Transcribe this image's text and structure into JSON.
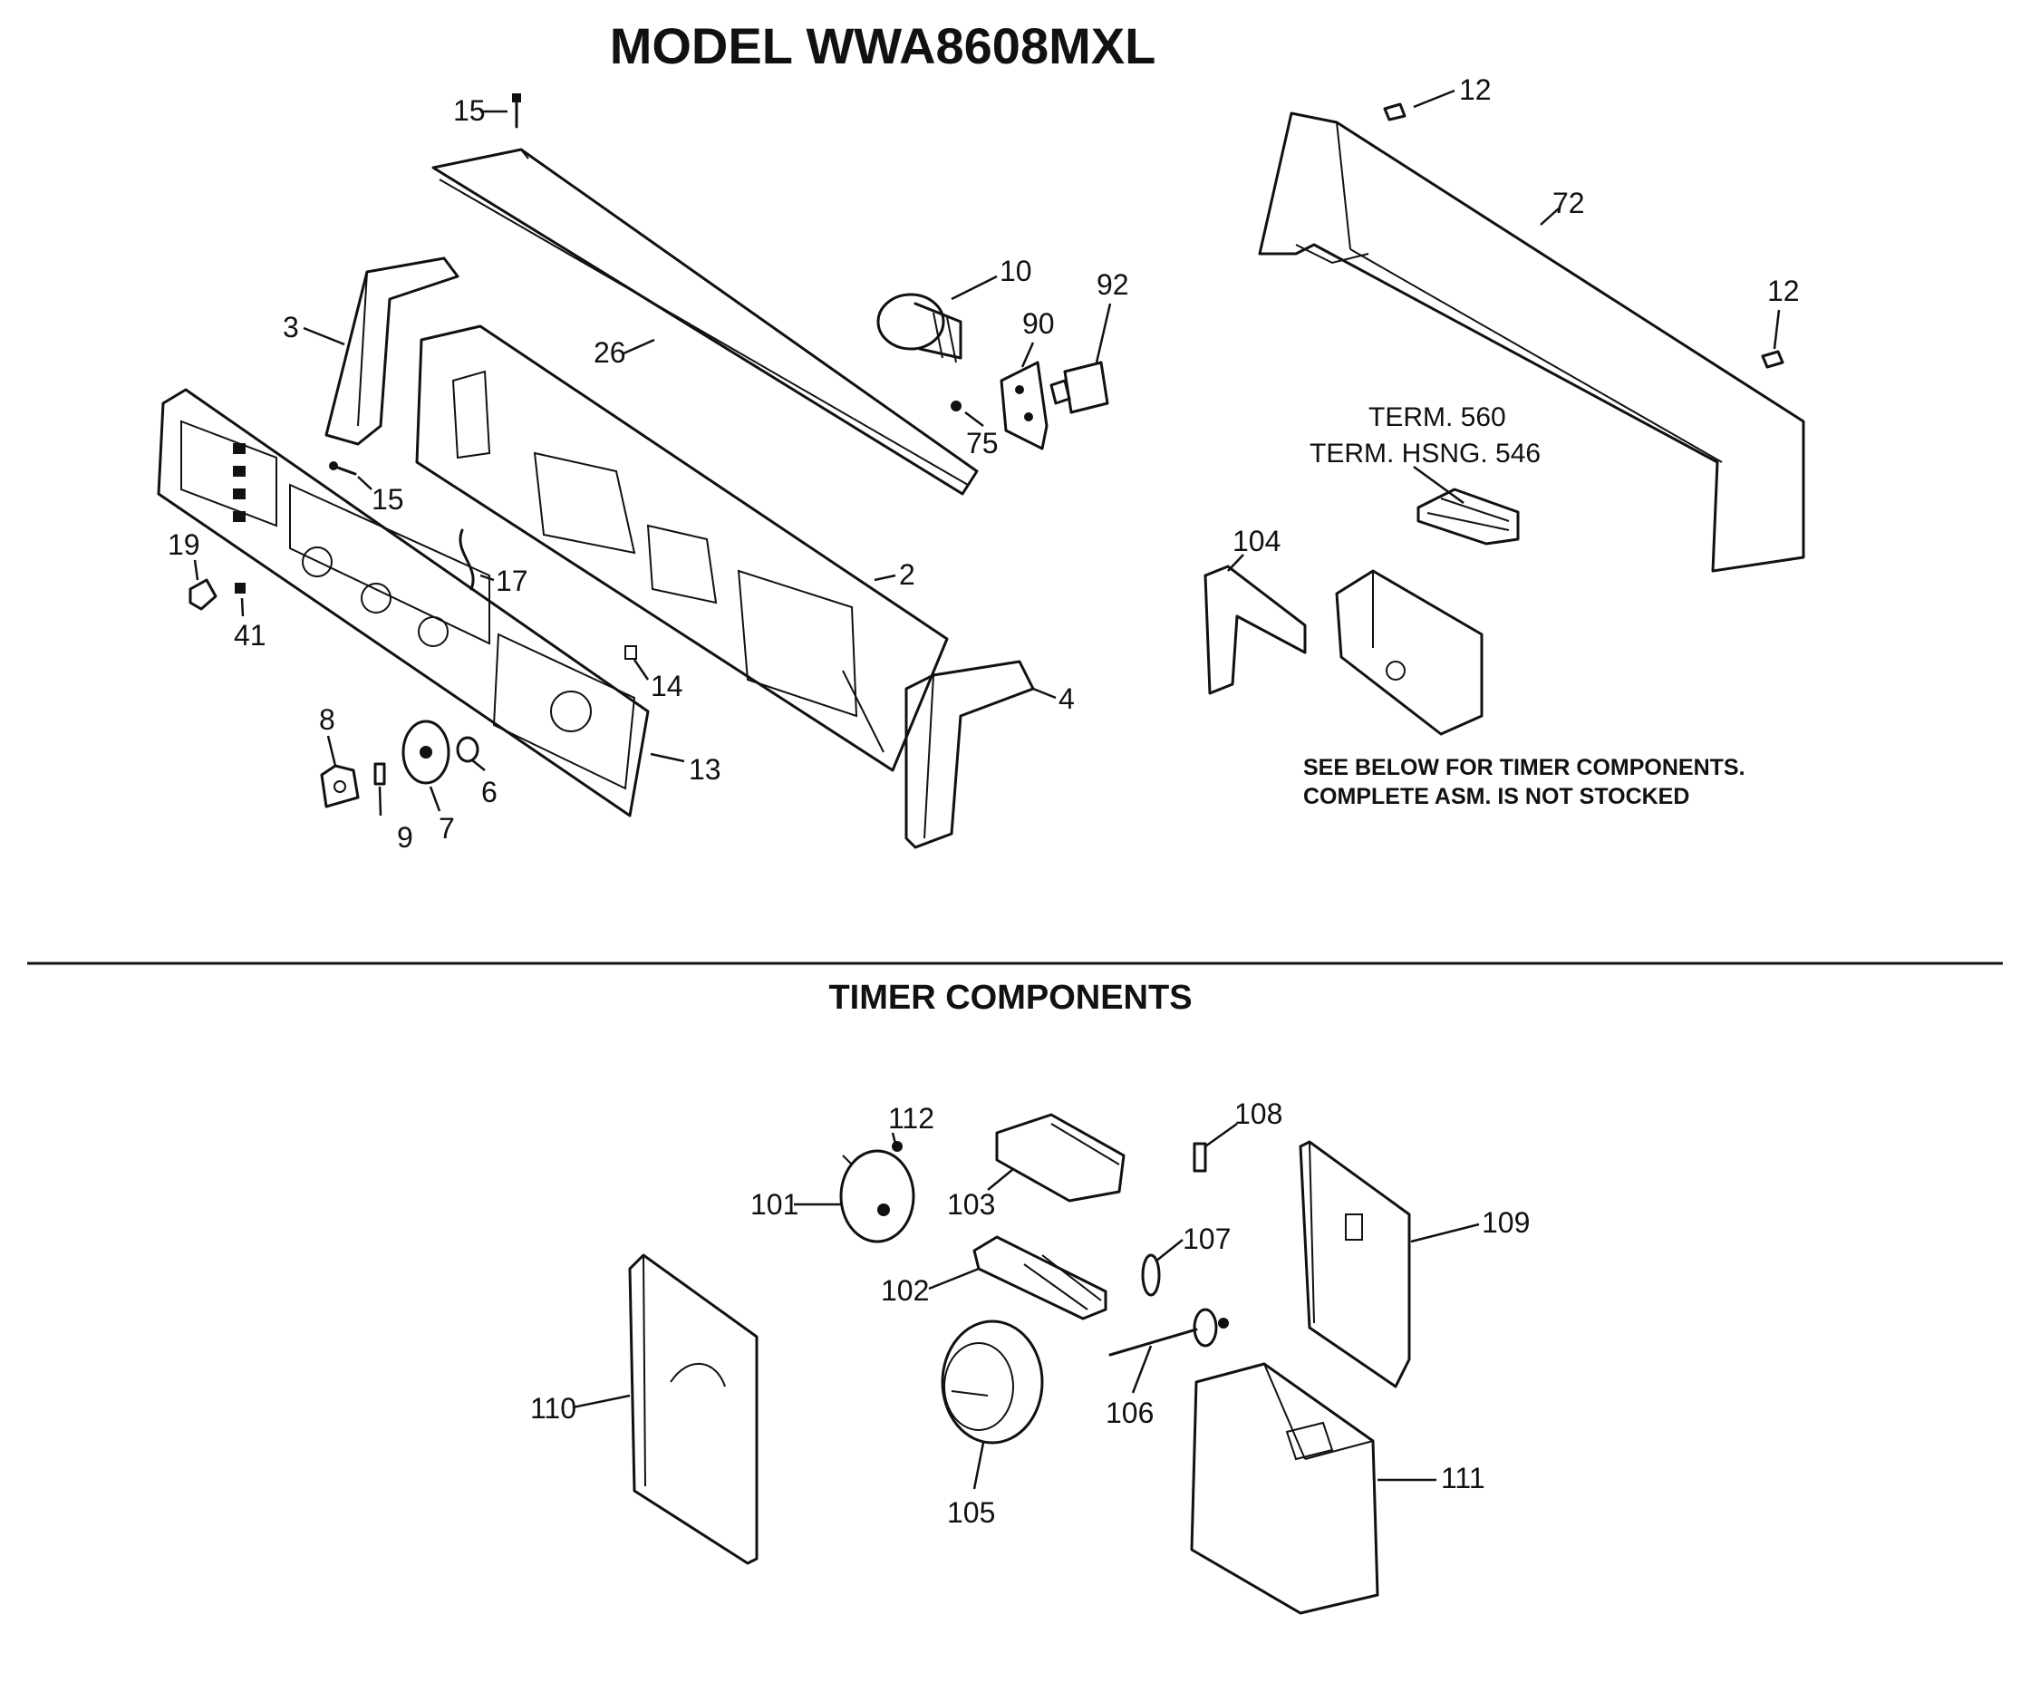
{
  "title": "MODEL WWA8608MXL",
  "section_title": "TIMER COMPONENTS",
  "note": {
    "line1": "SEE BELOW FOR TIMER COMPONENTS.",
    "line2": "COMPLETE ASM. IS NOT STOCKED"
  },
  "terminal_labels": {
    "term": "TERM. 560",
    "housing": "TERM. HSNG. 546"
  },
  "callouts": {
    "c15a": "15",
    "c26": "26",
    "c3": "3",
    "c10": "10",
    "c92": "92",
    "c90": "90",
    "c75": "75",
    "c15b": "15",
    "c2": "2",
    "c17": "17",
    "c19": "19",
    "c41": "41",
    "c14": "14",
    "c4": "4",
    "c8": "8",
    "c9": "9",
    "c7": "7",
    "c6": "6",
    "c13": "13",
    "c12a": "12",
    "c72": "72",
    "c12b": "12",
    "c104": "104",
    "c112": "112",
    "c101": "101",
    "c103": "103",
    "c108": "108",
    "c107": "107",
    "c109": "109",
    "c102": "102",
    "c110": "110",
    "c106": "106",
    "c105": "105",
    "c111": "111"
  }
}
